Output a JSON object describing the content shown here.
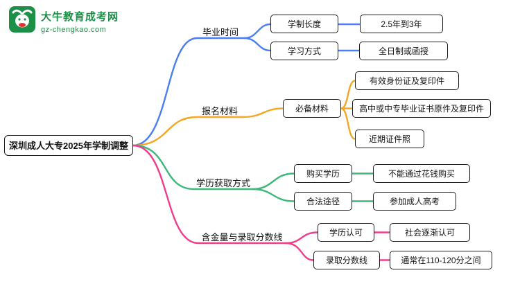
{
  "logo": {
    "title": "大牛教育成考网",
    "subtitle": "gz-chengkao.com",
    "brand_color": "#1d9048"
  },
  "root": {
    "label": "深圳成人大专2025年学制调整"
  },
  "branches": [
    {
      "label": "毕业时间",
      "color": "#4a7ef2",
      "children": [
        {
          "label": "学制长度",
          "leaves": [
            "2.5年到3年"
          ]
        },
        {
          "label": "学习方式",
          "leaves": [
            "全日制或函授"
          ]
        }
      ]
    },
    {
      "label": "报名材料",
      "color": "#f5a623",
      "children": [
        {
          "label": "必备材料",
          "leaves": [
            "有效身份证及复印件",
            "高中或中专毕业证书原件及复印件",
            "近期证件照"
          ]
        }
      ]
    },
    {
      "label": "学历获取方式",
      "color": "#3cb878",
      "children": [
        {
          "label": "购买学历",
          "leaves": [
            "不能通过花钱购买"
          ]
        },
        {
          "label": "合法途径",
          "leaves": [
            "参加成人高考"
          ]
        }
      ]
    },
    {
      "label": "含金量与录取分数线",
      "color": "#ef3d8b",
      "children": [
        {
          "label": "学历认可",
          "leaves": [
            "社会逐渐认可"
          ]
        },
        {
          "label": "录取分数线",
          "leaves": [
            "通常在110-120分之间"
          ]
        }
      ]
    }
  ]
}
